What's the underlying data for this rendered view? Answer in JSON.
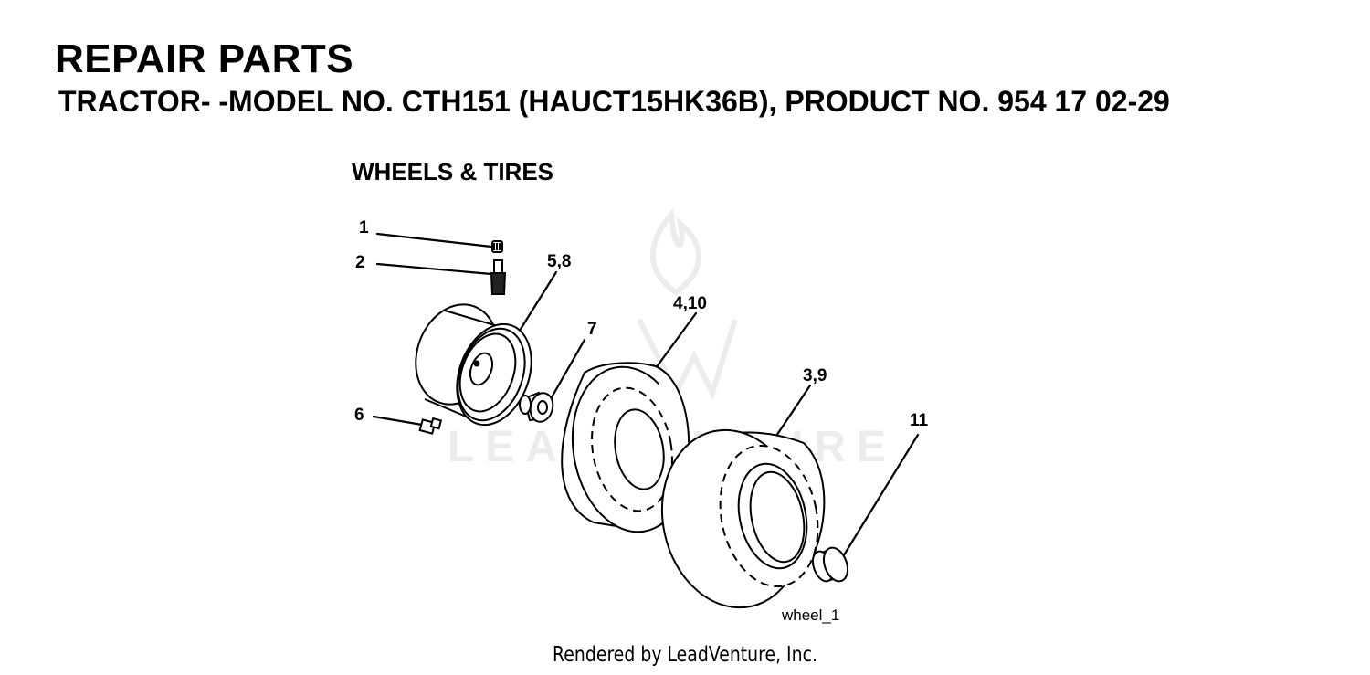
{
  "header": {
    "title": "REPAIR PARTS",
    "subtitle": "TRACTOR- -MODEL NO. CTH151 (HAUCT15HK36B), PRODUCT NO. 954 17 02-29"
  },
  "section_title": "WHEELS & TIRES",
  "callouts": {
    "c1": "1",
    "c2": "2",
    "c58": "5,8",
    "c7": "7",
    "c410": "4,10",
    "c39": "3,9",
    "c6": "6",
    "c11": "11"
  },
  "figure_id": "wheel_1",
  "watermark": "LEADVENTURE",
  "footer": "Rendered by LeadVenture, Inc."
}
